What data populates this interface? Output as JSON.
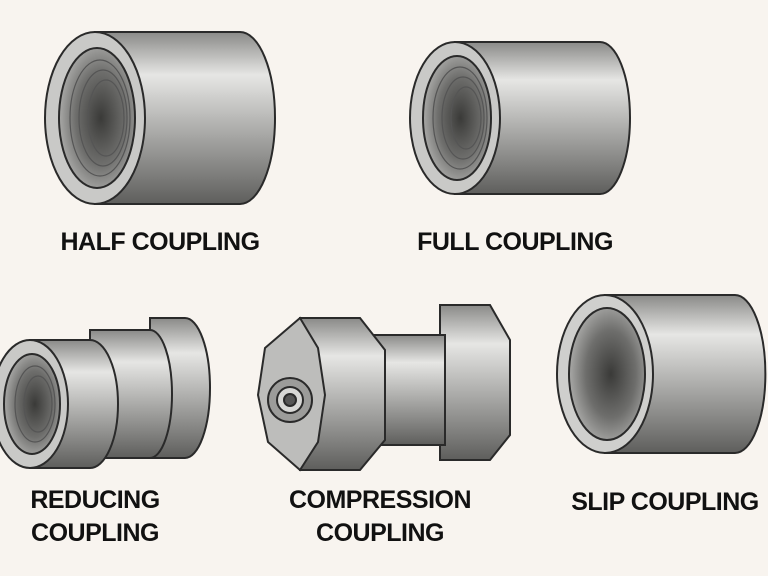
{
  "items": [
    {
      "id": "half",
      "label": "HALF COUPLING"
    },
    {
      "id": "full",
      "label": "FULL COUPLING"
    },
    {
      "id": "reducing",
      "label_line1": "REDUCING",
      "label_line2": "COUPLING"
    },
    {
      "id": "compression",
      "label_line1": "COMPRESSION",
      "label_line2": "COUPLING"
    },
    {
      "id": "slip",
      "label": "SLIP COUPLING"
    }
  ],
  "colors": {
    "background": "#f8f4ef",
    "metal_light": "#e4e4e2",
    "metal_dark": "#6f6f6d",
    "outline": "#2a2a2a",
    "text": "#111111"
  }
}
